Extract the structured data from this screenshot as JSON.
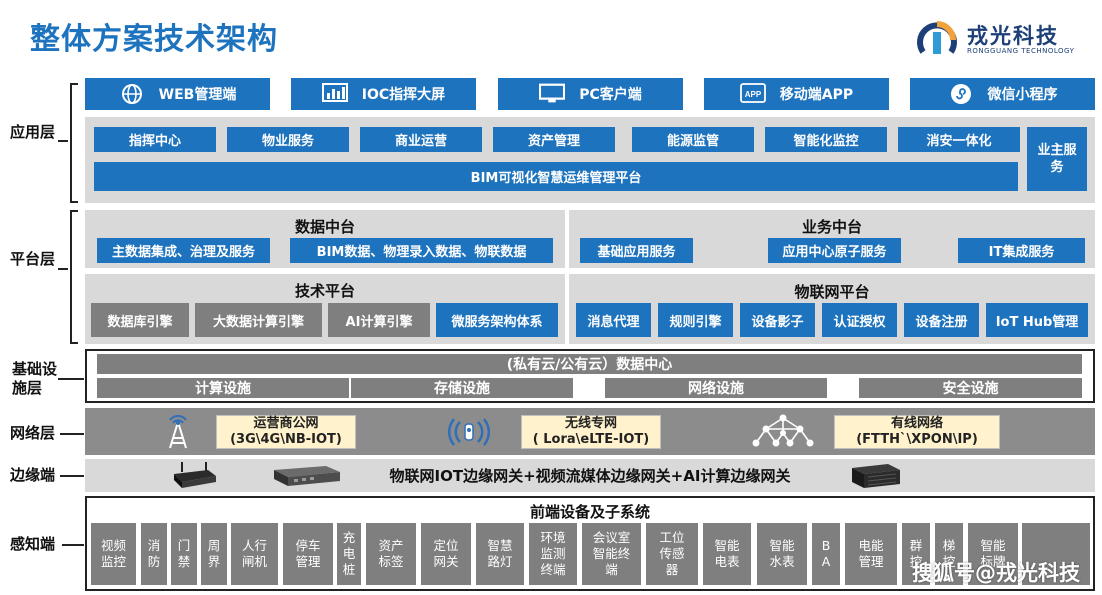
{
  "title": "整体方案技术架构",
  "logo": {
    "cn": "戎光科技",
    "en": "RONGGUANG TECHNOLOGY"
  },
  "layers": {
    "application": "应用层",
    "platform": "平台层",
    "infra": [
      "基础设",
      "施层"
    ],
    "network": "网络层",
    "edge": "边缘端",
    "sensing": "感知端"
  },
  "clients": [
    {
      "label": "WEB管理端",
      "icon": "globe-icon"
    },
    {
      "label": "IOC指挥大屏",
      "icon": "bar-chart-icon"
    },
    {
      "label": "PC客户端",
      "icon": "monitor-icon"
    },
    {
      "label": "移动端APP",
      "icon": "app-icon"
    },
    {
      "label": "微信小程序",
      "icon": "mini-program-icon"
    }
  ],
  "apps": [
    "指挥中心",
    "物业服务",
    "商业运营",
    "资产管理",
    "能源监管",
    "智能化监控",
    "消安一体化"
  ],
  "bim_platform": "BIM可视化智慧运维管理平台",
  "owner_service": [
    "业主服",
    "务"
  ],
  "data_platform": {
    "title": "数据中台",
    "items": [
      "主数据集成、治理及服务",
      "BIM数据、物理录入数据、物联数据"
    ]
  },
  "business_platform": {
    "title": "业务中台",
    "items": [
      "基础应用服务",
      "应用中心原子服务",
      "IT集成服务"
    ]
  },
  "tech_platform": {
    "title": "技术平台",
    "items": [
      "数据库引擎",
      "大数据计算引擎",
      "AI计算引擎",
      "微服务架构体系"
    ]
  },
  "iot_platform": {
    "title": "物联网平台",
    "items": [
      "消息代理",
      "规则引擎",
      "设备影子",
      "认证授权",
      "设备注册",
      "IoT Hub管理"
    ]
  },
  "infra": {
    "datacenter": "(私有云/公有云）数据中心",
    "items": [
      "计算设施",
      "存储设施",
      "网络设施",
      "安全设施"
    ]
  },
  "network": [
    {
      "line1": "运营商公网",
      "line2": "(3G\\4G\\NB-IOT)",
      "icon": "cell-tower-icon"
    },
    {
      "line1": "无线专网",
      "line2": "( Lora\\eLTE-IOT)",
      "icon": "wireless-signal-icon"
    },
    {
      "line1": "有线网络",
      "line2": "(FTTH`\\XPON\\IP)",
      "icon": "network-topology-icon"
    }
  ],
  "edge_text": "物联网IOT边缘网关+视频流媒体边缘网关+AI计算边缘网关",
  "sensing": {
    "title": "前端设备及子系统",
    "devices": [
      [
        "视频",
        "监控"
      ],
      [
        "消",
        "防"
      ],
      [
        "门",
        "禁"
      ],
      [
        "周",
        "界"
      ],
      [
        "人行",
        "闸机"
      ],
      [
        "停车",
        "管理"
      ],
      [
        "充",
        "电",
        "桩"
      ],
      [
        "资产",
        "标签"
      ],
      [
        "定位",
        "网关"
      ],
      [
        "智慧",
        "路灯"
      ],
      [
        "环境",
        "监测",
        "终端"
      ],
      [
        "会议室",
        "智能终",
        "端"
      ],
      [
        "工位",
        "传感",
        "器"
      ],
      [
        "智能",
        "电表"
      ],
      [
        "智能",
        "水表"
      ],
      [
        "B",
        "A"
      ],
      [
        "电能",
        "管理"
      ],
      [
        "群",
        "控"
      ],
      [
        "梯",
        "控"
      ],
      [
        "智能",
        "标牌"
      ]
    ]
  },
  "watermark": "搜狐号@戎光科技",
  "colors": {
    "blue": "#1e73be",
    "gray": "#7f7f7f",
    "panel": "#d9d9d9",
    "card": "#fff2cc"
  }
}
